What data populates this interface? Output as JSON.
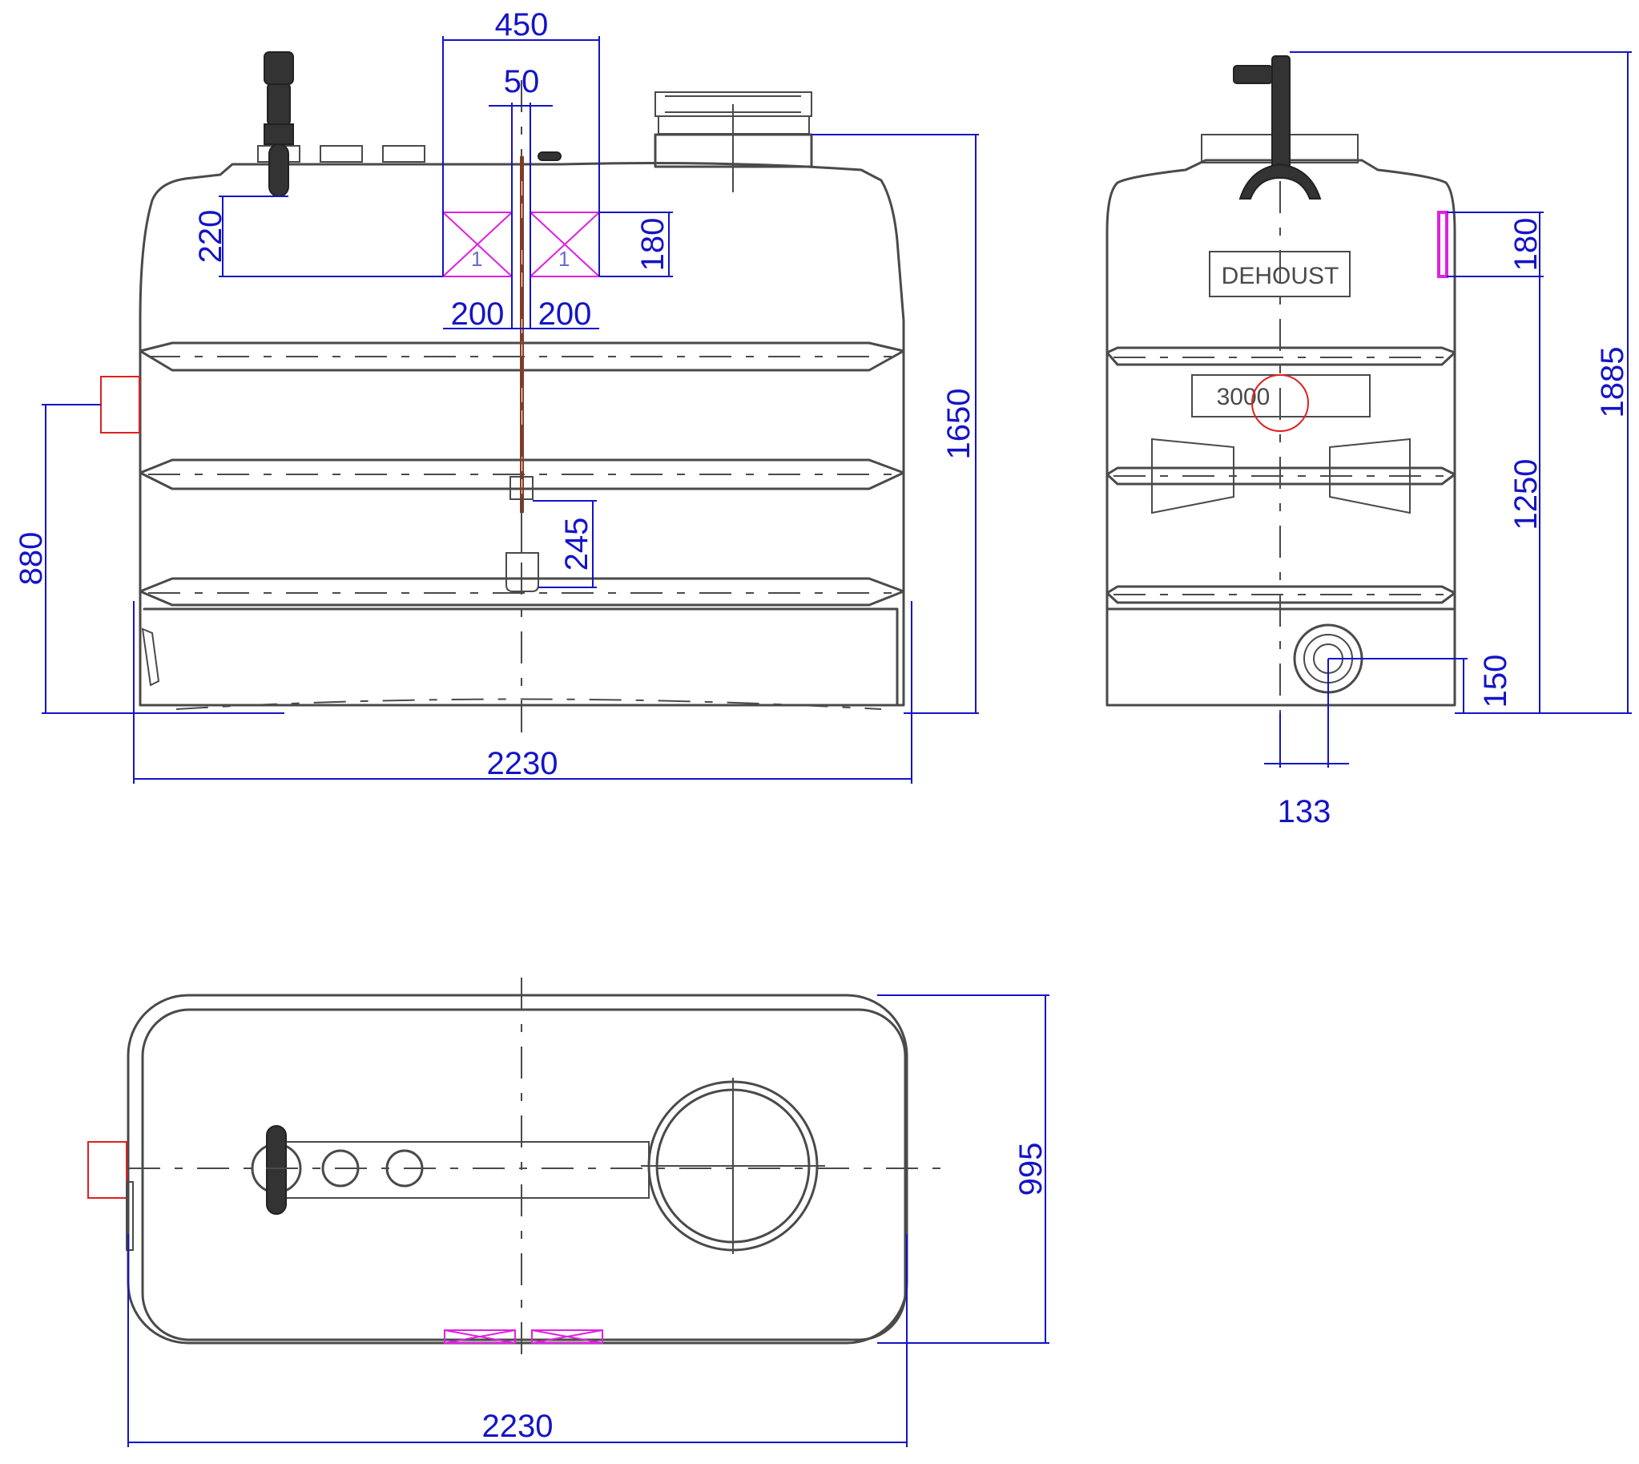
{
  "labels": {
    "brand": "DEHOUST",
    "volume": "3000",
    "cell_left": "1",
    "cell_right": "1"
  },
  "dimensions": {
    "front": {
      "width_top": "450",
      "gap_top": "50",
      "sensor_height": "220",
      "window_height": "180",
      "window_left": "200",
      "window_right": "200",
      "total_height": "1650",
      "float_height": "245",
      "inlet_height": "880",
      "total_length": "2230"
    },
    "side": {
      "overall_height": "1885",
      "window_height": "180",
      "fill_height": "1250",
      "outlet_height": "150",
      "outlet_offset": "133"
    },
    "top": {
      "width": "995",
      "length": "2230"
    }
  },
  "colors": {
    "outline": "#4a4a4a",
    "dimension": "#1414c8",
    "window": "#e020e0",
    "marker": "#e02020"
  }
}
